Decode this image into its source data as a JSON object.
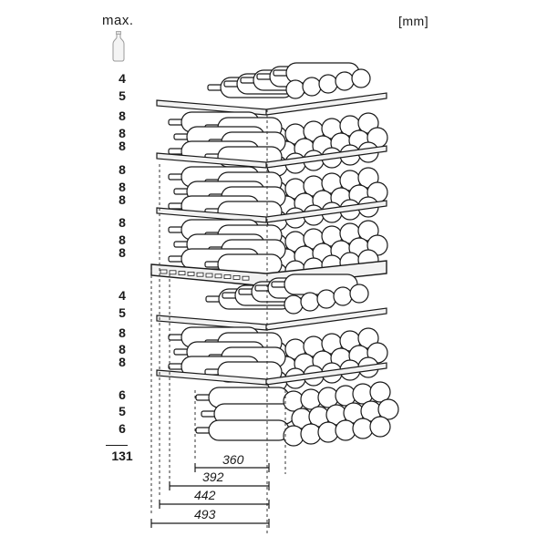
{
  "header": {
    "max_label": "max.",
    "unit_label": "[mm]"
  },
  "bottle_counts": [
    "4",
    "5",
    "8",
    "8",
    "8",
    "8",
    "8",
    "8",
    "8",
    "8",
    "8",
    "4",
    "5",
    "8",
    "8",
    "8",
    "6",
    "5",
    "6"
  ],
  "total": "131",
  "depths": [
    "360",
    "392",
    "442",
    "493"
  ],
  "colors": {
    "line": "#1a1a1a",
    "fill": "#ffffff",
    "shelf": "#f2f2f2",
    "dash": "#333333"
  }
}
